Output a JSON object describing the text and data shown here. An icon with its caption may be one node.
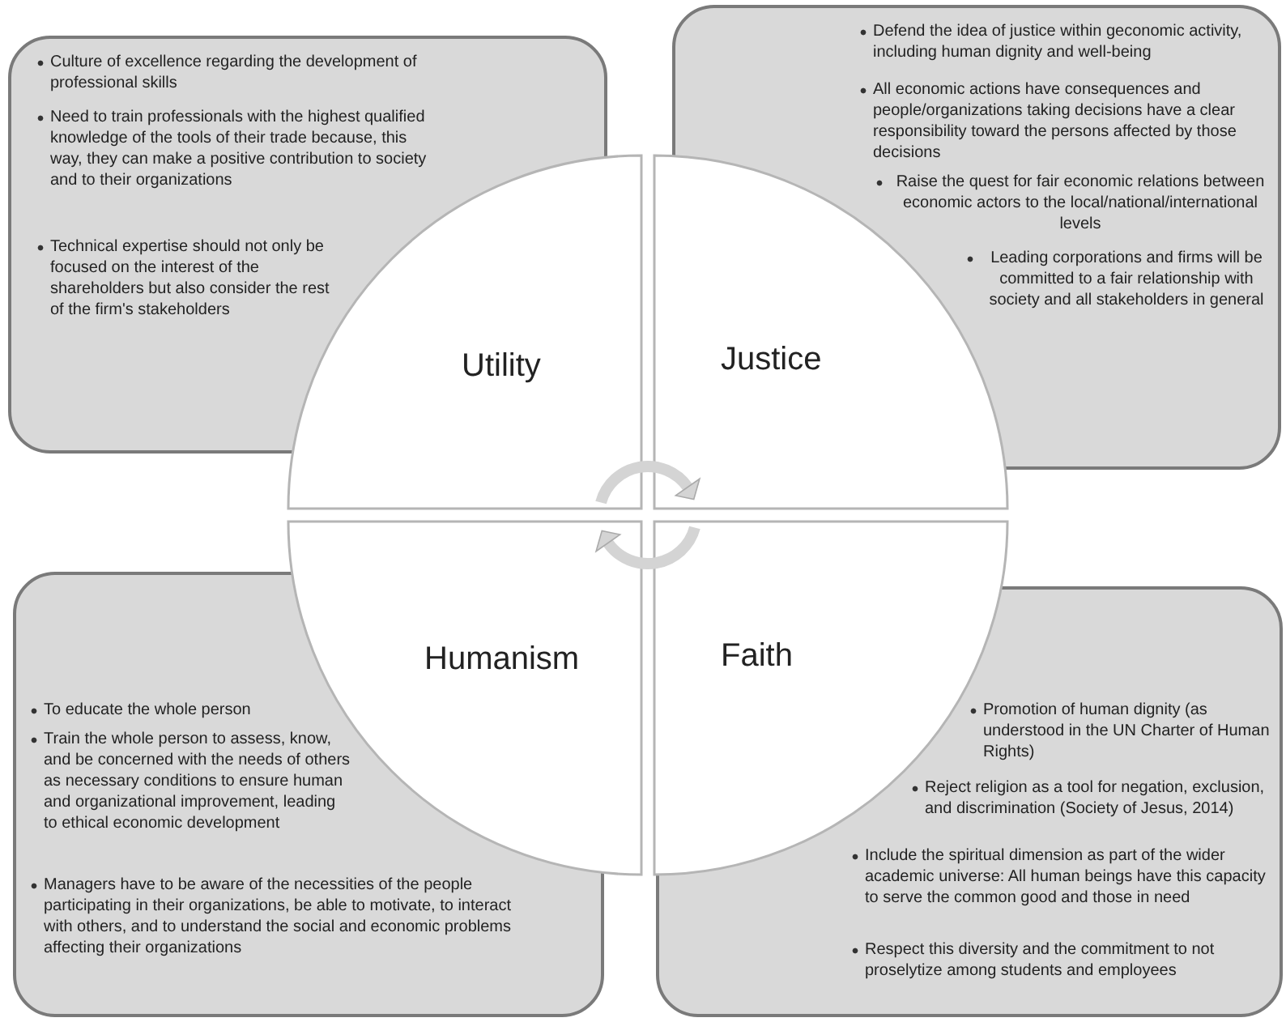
{
  "diagram": {
    "nodes": [
      {
        "text": [
          "Culture of excellence regarding the development of professional skills",
          "Need to train professionals with the highest qualified knowledge of the tools of their trade because, this way, they can make a positive contribution to society and to their organizations",
          "Technical expertise should not only be focused on the interest of the shareholders but also consider the rest of the firm's stakeholders"
        ]
      },
      {
        "text": [
          "Defend the idea of justice within geconomic activity, including human dignity and well-being",
          "All economic actions have consequences and people/organizations taking decisions have a clear responsibility toward the persons affected by those decisions",
          "Raise the quest for fair economic relations between economic actors to the local/national/international levels",
          "Leading corporations and firms will be committed to a fair relationship with society and all stakeholders in general"
        ]
      },
      {
        "text": [
          "Utility"
        ]
      },
      {
        "text": [
          "Justice"
        ]
      },
      {
        "text": [
          "Humanism"
        ]
      },
      {
        "text": [
          "Faith"
        ]
      },
      {
        "text": [
          "To educate the whole person",
          "Train the whole person to assess, know, and be concerned with the needs of others as necessary conditions to ensure human and organizational improvement, leading to ethical economic development",
          "Managers have to be aware of the necessities of the people participating in their organizations, be able to motivate, to interact with others, and to understand the social and economic problems affecting their organizations"
        ]
      },
      {
        "text": [
          "Promotion of human dignity (as understood in the UN Charter of Human Rights)",
          "Reject religion as a tool for negation, exclusion, and discrimination (Society of Jesus, 2014)",
          "Include the spiritual dimension as part of the wider academic universe: All human beings have this capacity to serve the common good and those in need",
          "Respect this diversity and the commitment to not proselytize among students and employees"
        ]
      }
    ],
    "edges": [
      {
        "from": 2,
        "to": 3,
        "arrow": "to"
      },
      {
        "from": 5,
        "to": 4,
        "arrow": "to"
      }
    ]
  }
}
